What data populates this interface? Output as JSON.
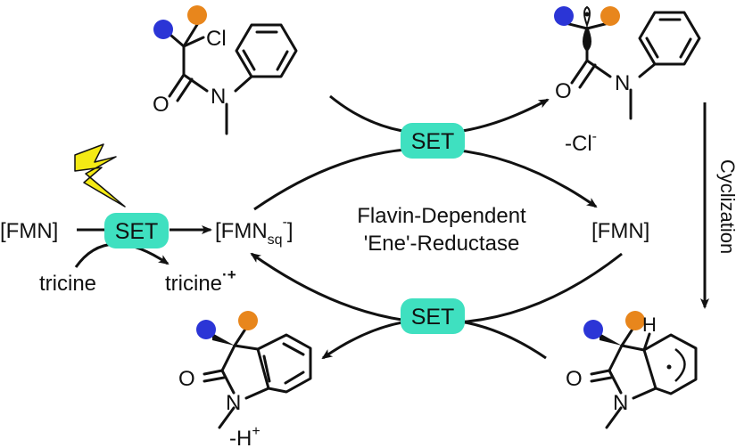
{
  "colors": {
    "substituent_blue": "#2b35d6",
    "substituent_orange": "#e8861c",
    "set_fill": "#3fe0c0",
    "lightning": "#f4ea14",
    "ink": "#111111"
  },
  "labels": {
    "set_top": "SET",
    "set_left": "SET",
    "set_bottom": "SET",
    "fmn_left": "[FMN]",
    "fmn_sq_main": "[FMN",
    "fmn_sq_sub": "sq",
    "fmn_sq_sup": "-",
    "fmn_sq_close": "]",
    "fmn_right": "[FMN]",
    "enzyme_line1": "Flavin-Dependent",
    "enzyme_line2": "'Ene'-Reductase",
    "tricine": "tricine",
    "tricine_ox": "tricine",
    "tricine_ox_sup": "·+",
    "chloride_main": "-Cl",
    "chloride_sup": "-",
    "proton_main": "-H",
    "proton_sup": "+",
    "cyclization": "Cyclization",
    "atom_cl": "Cl",
    "atom_o_1": "O",
    "atom_n_1": "N",
    "atom_o_2": "O",
    "atom_n_2": "N",
    "atom_o_3": "O",
    "atom_n_3": "N",
    "atom_o_4": "O",
    "atom_n_4": "N",
    "atom_h": "H"
  }
}
